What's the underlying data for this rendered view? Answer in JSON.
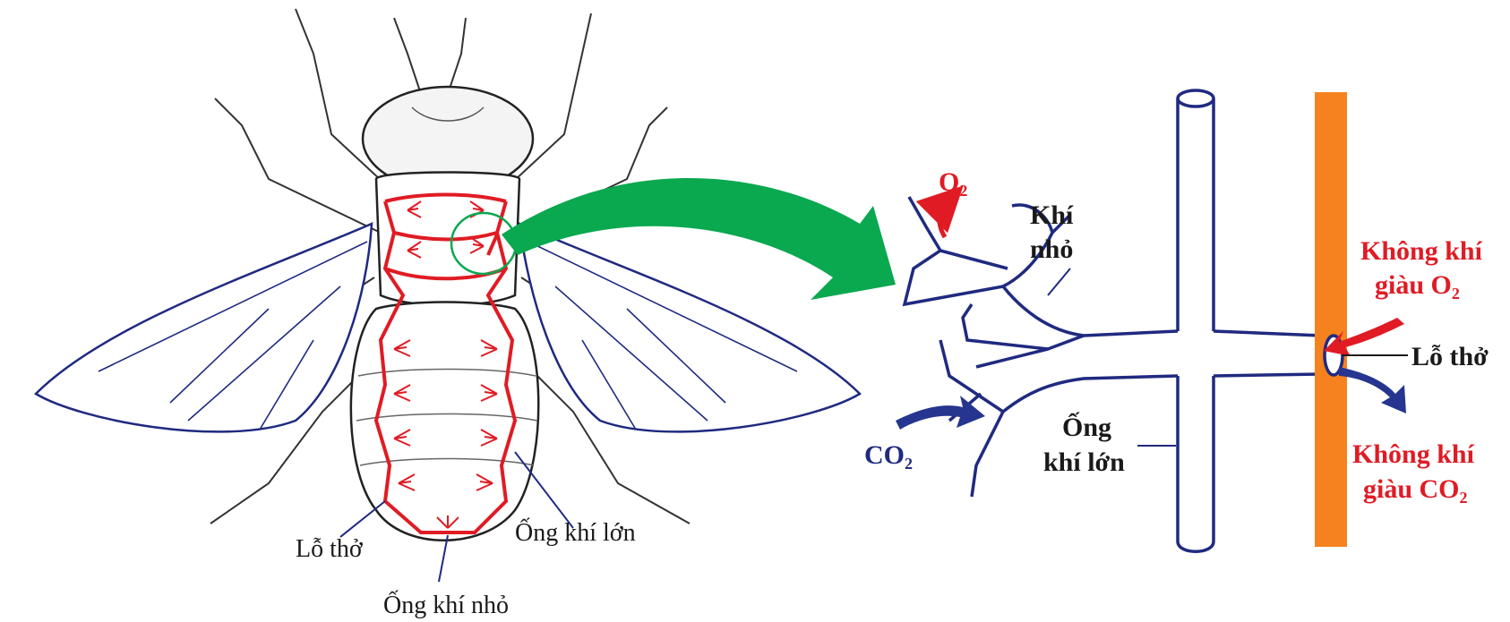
{
  "insect_labels": {
    "spiracle": "Lỗ thở",
    "trachea": "Ống khí lớn",
    "tracheole": "Ống khí nhỏ"
  },
  "detail_labels": {
    "o2": "O₂",
    "tracheole_line1": "Khí",
    "tracheole_line2": "nhỏ",
    "co2": "CO₂",
    "trachea_line1": "Ống",
    "trachea_line2": "khí lớn",
    "air_in_line1": "Không khí",
    "air_in_line2": "giàu O₂",
    "spiracle": "Lỗ thở",
    "air_out_line1": "Không khí",
    "air_out_line2": "giàu CO₂"
  },
  "colors": {
    "outline": "#1f2a80",
    "trachea_red": "#e01b24",
    "arrow_green": "#0aa84f",
    "body_wall": "#f5821f",
    "arrow_blue": "#26358f"
  }
}
